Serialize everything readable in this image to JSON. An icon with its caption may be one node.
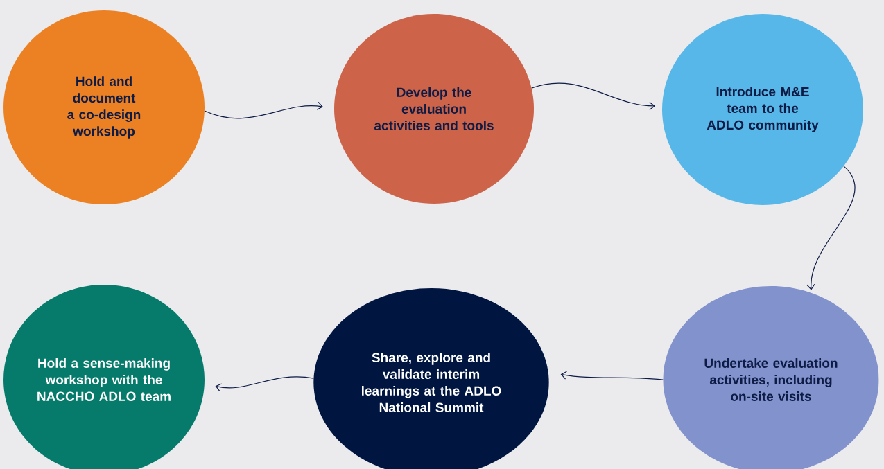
{
  "diagram": {
    "nodes": [
      {
        "text": [
          "Hold and document a co-design workshop"
        ]
      },
      {
        "text": [
          "Develop the evaluation activities and tools"
        ]
      },
      {
        "text": [
          "Introduce M&E team to the ADLO community"
        ]
      },
      {
        "text": [
          "Undertake evaluation activities, including on-site visits"
        ]
      },
      {
        "text": [
          "Share, explore and validate interim learnings at the ADLO National Summit"
        ]
      },
      {
        "text": [
          "Hold a sense-making workshop with the NACCHO ADLO team"
        ]
      }
    ],
    "edges": [
      {
        "from": 0,
        "to": 1,
        "arrow": "to"
      },
      {
        "from": 1,
        "to": 2,
        "arrow": "to"
      },
      {
        "from": 2,
        "to": 3,
        "arrow": "to"
      },
      {
        "from": 3,
        "to": 4,
        "arrow": "to"
      },
      {
        "from": 4,
        "to": 5,
        "arrow": "to"
      }
    ]
  }
}
